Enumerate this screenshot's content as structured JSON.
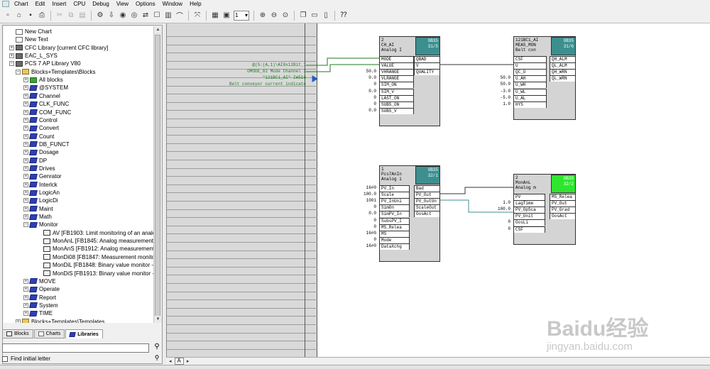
{
  "menu": [
    "Chart",
    "Edit",
    "Insert",
    "CPU",
    "Debug",
    "View",
    "Options",
    "Window",
    "Help"
  ],
  "toolbar": {
    "zoom_value": "1"
  },
  "tree": [
    {
      "label": "New Chart",
      "icon": "doc",
      "level": 0,
      "exp": ""
    },
    {
      "label": "New Text",
      "icon": "doc",
      "level": 0,
      "exp": ""
    },
    {
      "label": "CFC Library  [current CFC library]",
      "icon": "lib",
      "level": 0,
      "exp": "+"
    },
    {
      "label": "EAC_L_SYS",
      "icon": "lib",
      "level": 0,
      "exp": "+"
    },
    {
      "label": "PCS 7 AP Library V80",
      "icon": "lib",
      "level": 0,
      "exp": "-"
    },
    {
      "label": "Blocks+Templates\\Blocks",
      "icon": "folder",
      "level": 1,
      "exp": "-"
    },
    {
      "label": "All blocks",
      "icon": "green",
      "level": 2,
      "exp": "+"
    },
    {
      "label": "@SYSTEM",
      "icon": "book",
      "level": 2,
      "exp": "+"
    },
    {
      "label": "Channel",
      "icon": "book",
      "level": 2,
      "exp": "+"
    },
    {
      "label": "CLK_FUNC",
      "icon": "book",
      "level": 2,
      "exp": "+"
    },
    {
      "label": "COM_FUNC",
      "icon": "book",
      "level": 2,
      "exp": "+"
    },
    {
      "label": "Control",
      "icon": "book",
      "level": 2,
      "exp": "+"
    },
    {
      "label": "Convert",
      "icon": "book",
      "level": 2,
      "exp": "+"
    },
    {
      "label": "Count",
      "icon": "book",
      "level": 2,
      "exp": "+"
    },
    {
      "label": "DB_FUNCT",
      "icon": "book",
      "level": 2,
      "exp": "+"
    },
    {
      "label": "Dosage",
      "icon": "book",
      "level": 2,
      "exp": "+"
    },
    {
      "label": "DP",
      "icon": "book",
      "level": 2,
      "exp": "+"
    },
    {
      "label": "Drives",
      "icon": "book",
      "level": 2,
      "exp": "+"
    },
    {
      "label": "Genrator",
      "icon": "book",
      "level": 2,
      "exp": "+"
    },
    {
      "label": "Interlck",
      "icon": "book",
      "level": 2,
      "exp": "+"
    },
    {
      "label": "LogicAn",
      "icon": "book",
      "level": 2,
      "exp": "+"
    },
    {
      "label": "LogicDi",
      "icon": "book",
      "level": 2,
      "exp": "+"
    },
    {
      "label": "Maint",
      "icon": "book",
      "level": 2,
      "exp": "+"
    },
    {
      "label": "Math",
      "icon": "book",
      "level": 2,
      "exp": "+"
    },
    {
      "label": "Monitor",
      "icon": "book",
      "level": 2,
      "exp": "-"
    },
    {
      "label": "AV  [FB1903: Limit monitoring of an analog",
      "icon": "fb",
      "level": 3,
      "exp": ""
    },
    {
      "label": "MonAnL  [FB1845: Analog measurement mo",
      "icon": "fb",
      "level": 3,
      "exp": ""
    },
    {
      "label": "MonAnS  [FB1912: Analog measurement mo",
      "icon": "fb",
      "level": 3,
      "exp": ""
    },
    {
      "label": "MonDi08  [FB1847: Measurement monitorin",
      "icon": "fb",
      "level": 3,
      "exp": ""
    },
    {
      "label": "MonDiL  [FB1848: Binary value monitor - La",
      "icon": "fb",
      "level": 3,
      "exp": ""
    },
    {
      "label": "MonDiS  [FB1913: Binary value monitor - Sm",
      "icon": "fb",
      "level": 3,
      "exp": ""
    },
    {
      "label": "MOVE",
      "icon": "book",
      "level": 2,
      "exp": "+"
    },
    {
      "label": "Operate",
      "icon": "book",
      "level": 2,
      "exp": "+"
    },
    {
      "label": "Report",
      "icon": "book",
      "level": 2,
      "exp": "+"
    },
    {
      "label": "System",
      "icon": "book",
      "level": 2,
      "exp": "+"
    },
    {
      "label": "TIME",
      "icon": "book",
      "level": 2,
      "exp": "+"
    },
    {
      "label": "Blocks+Templates\\Templates",
      "icon": "folder",
      "level": 1,
      "exp": "+"
    }
  ],
  "tabs": [
    "Blocks",
    "Charts",
    "Libraries"
  ],
  "find": {
    "value": "",
    "checkbox_label": "Find initial letter"
  },
  "margin_signals": [
    "@(5:(A,1)\\AI8x12Bit_1",
    "OMODE_02 Mode Channel 2",
    "\"121BC1_AI\" IW516",
    "Belt conveyor current indicate"
  ],
  "blocks": [
    {
      "id": "ch_ai",
      "num": "2",
      "name": "CH_AI",
      "desc": "Analog I",
      "ob": "OB35",
      "obsub": "31/5",
      "obcolor": "teal",
      "inputs": [
        {
          "v": "",
          "n": "MODE"
        },
        {
          "v": "",
          "n": "VALUE"
        },
        {
          "v": "50.0",
          "n": "VHRANGE"
        },
        {
          "v": "0.0",
          "n": "VLRANGE"
        },
        {
          "v": "0",
          "n": "SIM_ON"
        },
        {
          "v": "0.0",
          "n": "SIM_V"
        },
        {
          "v": "0",
          "n": "LAST_ON"
        },
        {
          "v": "0",
          "n": "SUBS_ON"
        },
        {
          "v": "0.0",
          "n": "SUBS_V"
        }
      ],
      "outputs": [
        "QBAD",
        "V",
        "QUALITY"
      ]
    },
    {
      "id": "meas_mon",
      "num": "121BC1_AI",
      "name": "MEAS_MON",
      "desc": "Belt con",
      "ob": "OB35",
      "obsub": "31/6",
      "obcolor": "teal",
      "inputs": [
        {
          "v": "",
          "n": "CSF"
        },
        {
          "v": "",
          "n": "U"
        },
        {
          "v": "",
          "n": "QC_U"
        },
        {
          "v": "50.0",
          "n": "U_AH"
        },
        {
          "v": "50.0",
          "n": "U_WH"
        },
        {
          "v": "-3.0",
          "n": "U_WL"
        },
        {
          "v": "-5.0",
          "n": "U_AL"
        },
        {
          "v": "1.0",
          "n": "HYS"
        }
      ],
      "outputs": [
        "QH_ALM",
        "QL_ALM",
        "QH_WRN",
        "QL_WRN"
      ]
    },
    {
      "id": "pcs7anin",
      "num": "1",
      "name": "Pcs7AnIn",
      "desc": "Analog i",
      "ob": "OB35",
      "obsub": "32/1",
      "obcolor": "teal",
      "inputs": [
        {
          "v": "16#0",
          "n": "PV_In"
        },
        {
          "v": "100.0",
          "n": "Scale"
        },
        {
          "v": "1001",
          "n": "PV_InUni"
        },
        {
          "v": "0",
          "n": "SimOn"
        },
        {
          "v": "0.0",
          "n": "SimPV_In"
        },
        {
          "v": "0",
          "n": "SubsPV_I"
        },
        {
          "v": "0",
          "n": "MS_Relea"
        },
        {
          "v": "16#0",
          "n": "MS"
        },
        {
          "v": "0",
          "n": "Mode"
        },
        {
          "v": "16#0",
          "n": "DataXchg"
        }
      ],
      "outputs": [
        "Bad",
        "PV_Out",
        "PV_OutUn",
        "ScaleOut",
        "OosAct"
      ]
    },
    {
      "id": "monanl",
      "num": "2",
      "name": "MonAnL",
      "desc": "Analog m",
      "ob": "OB35",
      "obsub": "32/2",
      "obcolor": "green",
      "inputs": [
        {
          "v": "",
          "n": "PV"
        },
        {
          "v": "1.0",
          "n": "LagTime"
        },
        {
          "v": "100.0",
          "n": "PV_OpSca"
        },
        {
          "v": "",
          "n": "PV_Unit"
        },
        {
          "v": "0",
          "n": "OosLi"
        },
        {
          "v": "0",
          "n": "CSF"
        }
      ],
      "outputs": [
        "MS_Relea",
        "PV_Out",
        "PV_Grad",
        "OosAct"
      ]
    }
  ],
  "sheet_tab": "A",
  "watermark": {
    "brand": "Baidu经验",
    "url": "jingyan.baidu.com"
  }
}
